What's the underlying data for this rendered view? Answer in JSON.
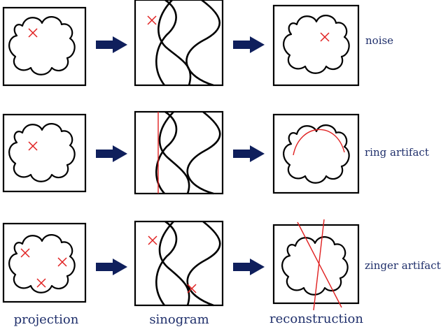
{
  "rows": [
    {
      "label": "noise"
    },
    {
      "label": "ring artifact"
    },
    {
      "label": "zinger artifact"
    }
  ],
  "columns": [
    {
      "label": "projection"
    },
    {
      "label": "sinogram"
    },
    {
      "label": "reconstruction"
    }
  ],
  "colors": {
    "frame": "#000000",
    "marker": "#e02020",
    "arrow": "#0f1f5c",
    "label_text": "#1f2f6b"
  }
}
